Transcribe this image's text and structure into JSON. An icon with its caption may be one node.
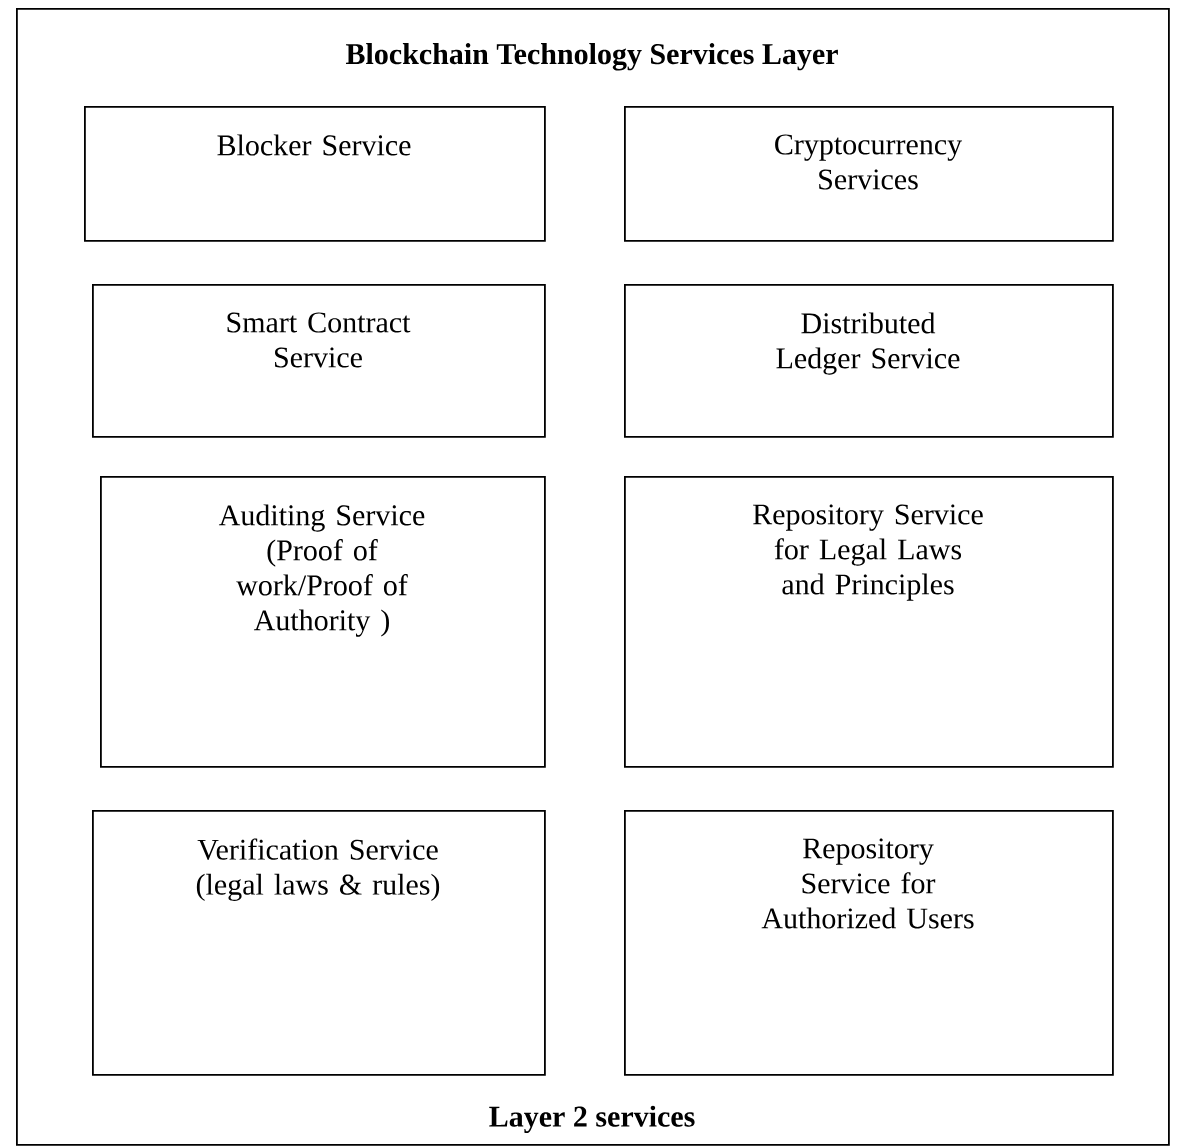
{
  "diagram": {
    "nodes": [
      {
        "text": [
          "Blockchain Technology Services Layer",
          "Layer 2 services"
        ]
      },
      {
        "text": [
          "Blocker Service"
        ],
        "in": 0
      },
      {
        "text": [
          "Cryptocurrency Services"
        ],
        "in": 0
      },
      {
        "text": [
          "Smart Contract Service"
        ],
        "in": 0
      },
      {
        "text": [
          "Distributed Ledger Service"
        ],
        "in": 0
      },
      {
        "text": [
          "Auditing Service (Proof of work/Proof of Authority )"
        ],
        "in": 0
      },
      {
        "text": [
          "Repository Service for Legal Laws and Principles"
        ],
        "in": 0
      },
      {
        "text": [
          "Verification Service (legal laws & rules)"
        ],
        "in": 0
      },
      {
        "text": [
          "Repository Service for Authorized Users"
        ],
        "in": 0
      }
    ]
  }
}
